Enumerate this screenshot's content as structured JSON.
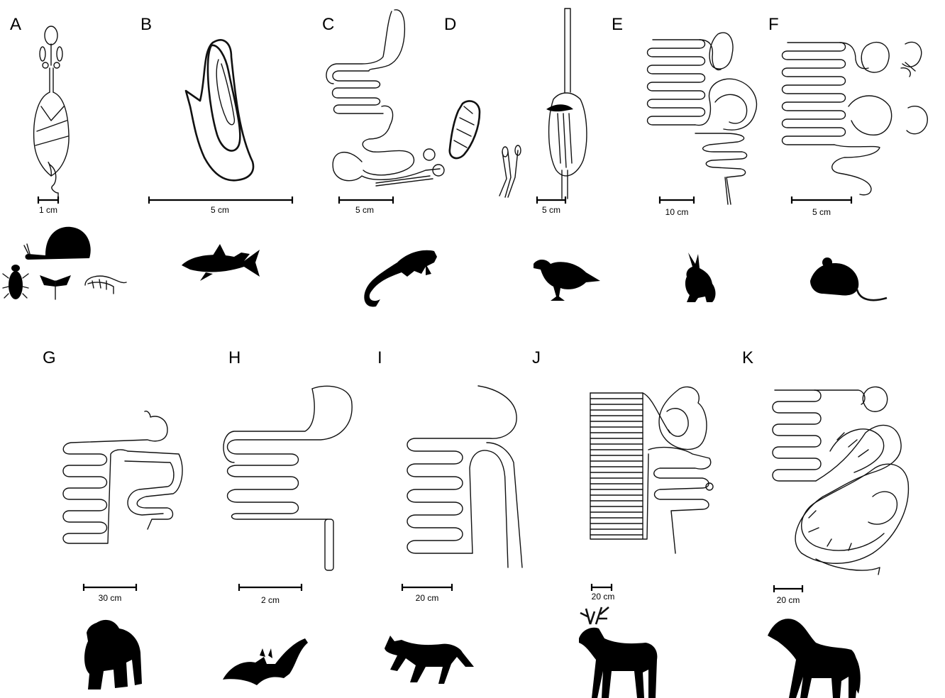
{
  "panels": [
    {
      "letter": "A",
      "scale_label": "1 cm"
    },
    {
      "letter": "B",
      "scale_label": "5 cm"
    },
    {
      "letter": "C",
      "scale_label": "5 cm"
    },
    {
      "letter": "D",
      "scale_label": "5 cm"
    },
    {
      "letter": "E",
      "scale_label": "10 cm"
    },
    {
      "letter": "F",
      "scale_label": "5 cm"
    },
    {
      "letter": "G",
      "scale_label": "30 cm"
    },
    {
      "letter": "H",
      "scale_label": "2 cm"
    },
    {
      "letter": "I",
      "scale_label": "20 cm"
    },
    {
      "letter": "J",
      "scale_label": "20 cm"
    },
    {
      "letter": "K",
      "scale_label": "20 cm"
    }
  ],
  "silhouettes": {
    "A": [
      "snail-icon",
      "beetle-icon",
      "moth-icon",
      "shrimp-icon"
    ],
    "B": [
      "fish-icon"
    ],
    "C": [
      "iguana-icon"
    ],
    "D": [
      "bird-icon"
    ],
    "E": [
      "hare-icon"
    ],
    "F": [
      "mouse-icon"
    ],
    "G": [
      "chimpanzee-icon"
    ],
    "H": [
      "bat-icon"
    ],
    "I": [
      "fox-icon"
    ],
    "J": [
      "deer-icon"
    ],
    "K": [
      "horse-icon"
    ]
  },
  "colors": {
    "ink": "#000000",
    "background": "#ffffff"
  }
}
